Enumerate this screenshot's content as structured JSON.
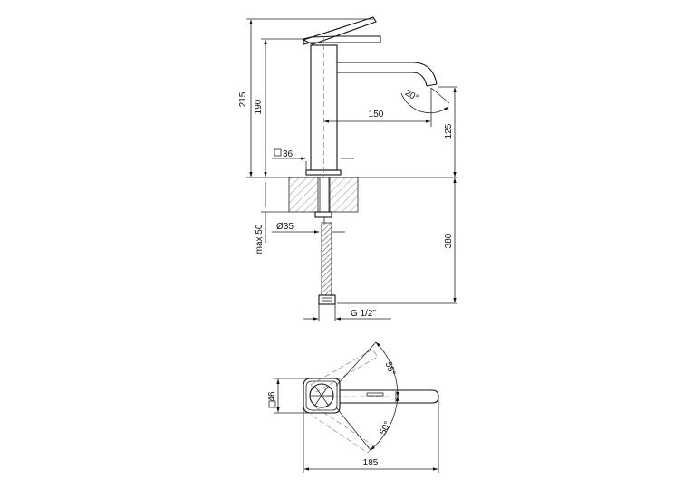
{
  "side_view": {
    "dim_total_height": "215",
    "dim_spout_height": "190",
    "dim_reach": "150",
    "dim_spout_outlet": "125",
    "angle_spout": "20°",
    "dim_base_square": "36",
    "dim_counter_thickness": "max 50",
    "dim_hole_diameter": "Ø35",
    "dim_hose_length": "380",
    "dim_connection": "G 1/2\""
  },
  "top_view": {
    "dim_body_square": "46",
    "dim_length": "185",
    "angle_upper": "55°",
    "angle_lower": "50°"
  }
}
